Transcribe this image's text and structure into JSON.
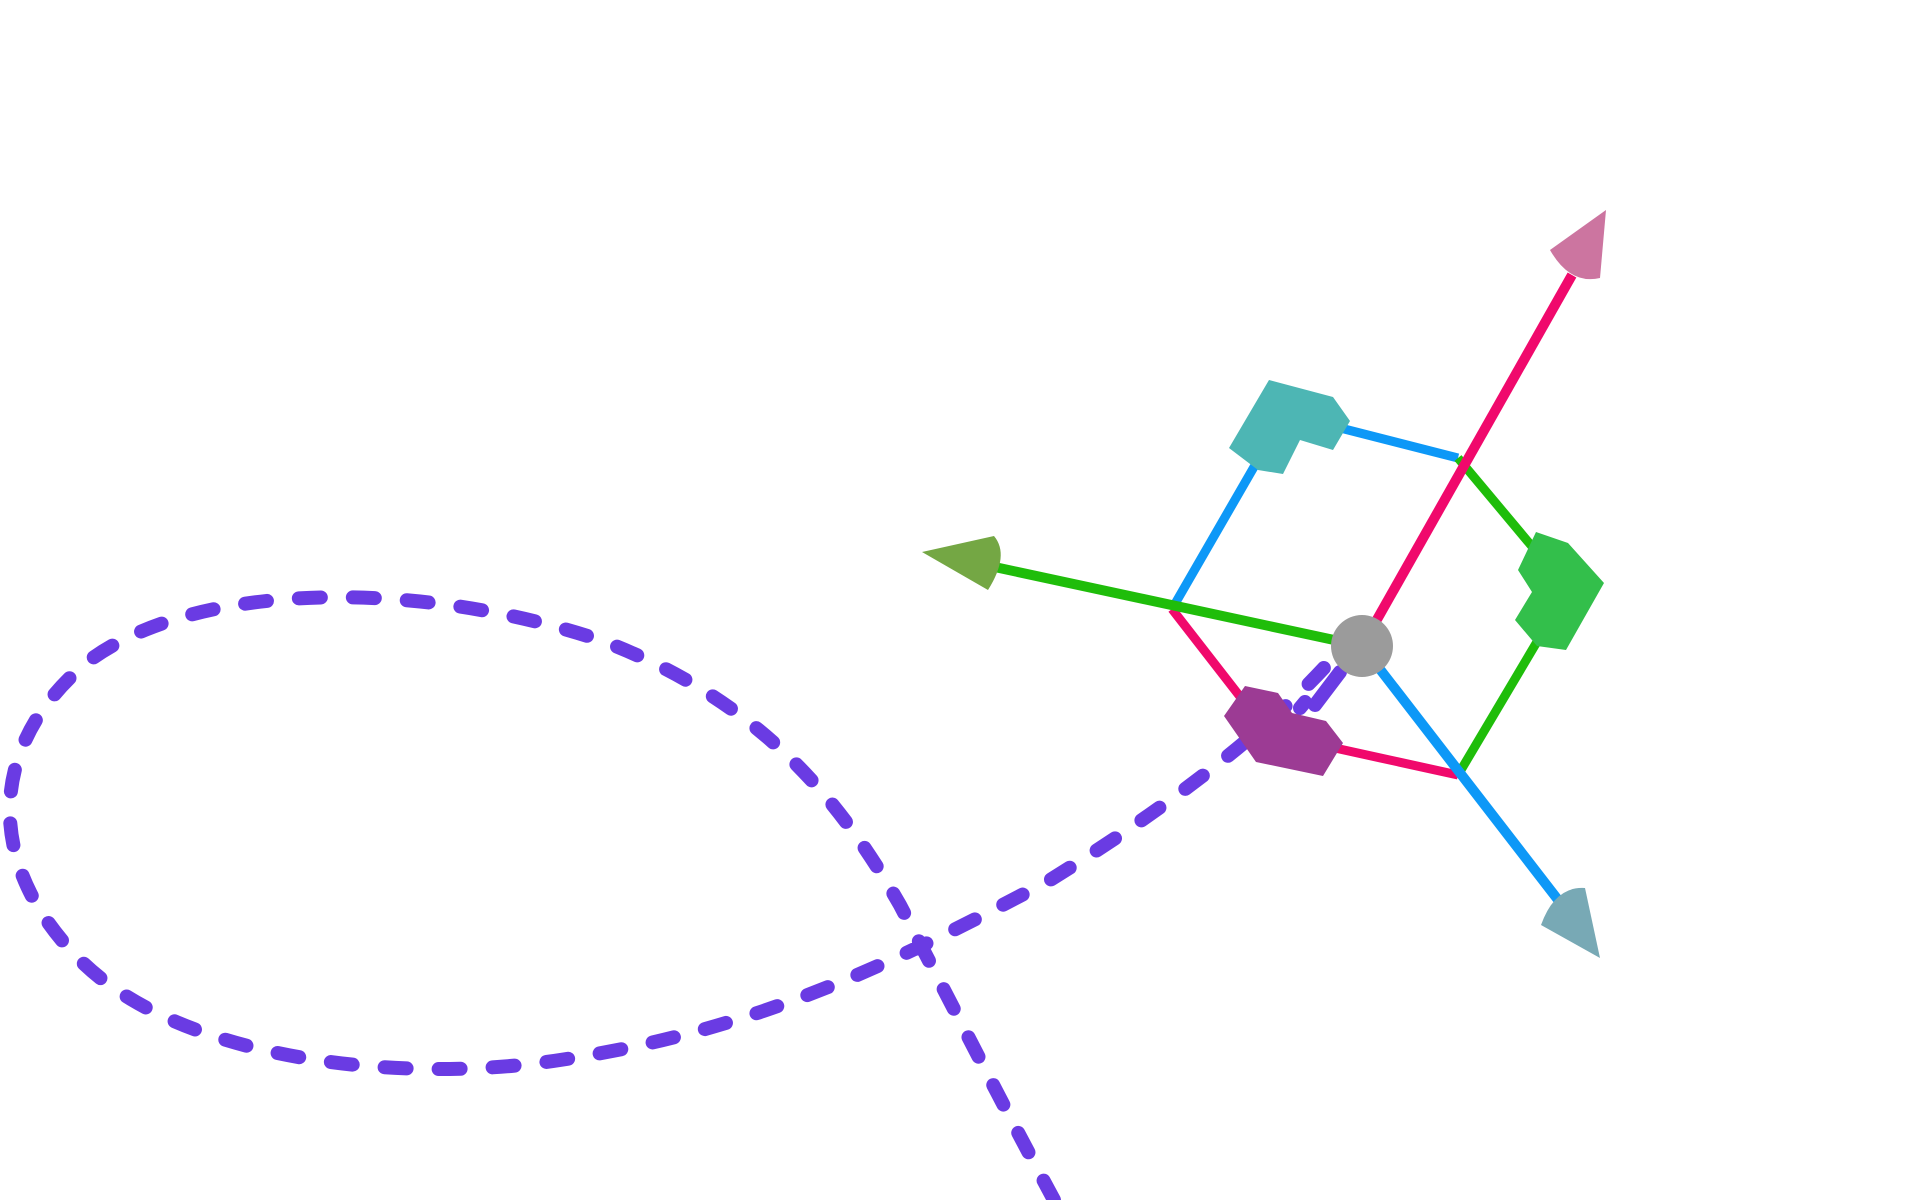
{
  "scene": {
    "background_color": "#ffffff"
  },
  "colors": {
    "path": "#6a3be3",
    "x_axis": "#f0096c",
    "y_axis": "#1fbd0a",
    "z_axis": "#0d98f7",
    "x_arrow": "#cc75a0",
    "y_arrow": "#74a744",
    "z_arrow": "#78a9b5",
    "x_handle": "#9c3b94",
    "y_handle": "#33bf4b",
    "z_handle": "#4db6b4",
    "origin": "#9b9b9b"
  },
  "elements": {
    "trajectory": "dashed-curve",
    "gizmo": "3d-transform-gizmo",
    "origin_handle": "origin",
    "axes": [
      "x",
      "y",
      "z"
    ]
  }
}
